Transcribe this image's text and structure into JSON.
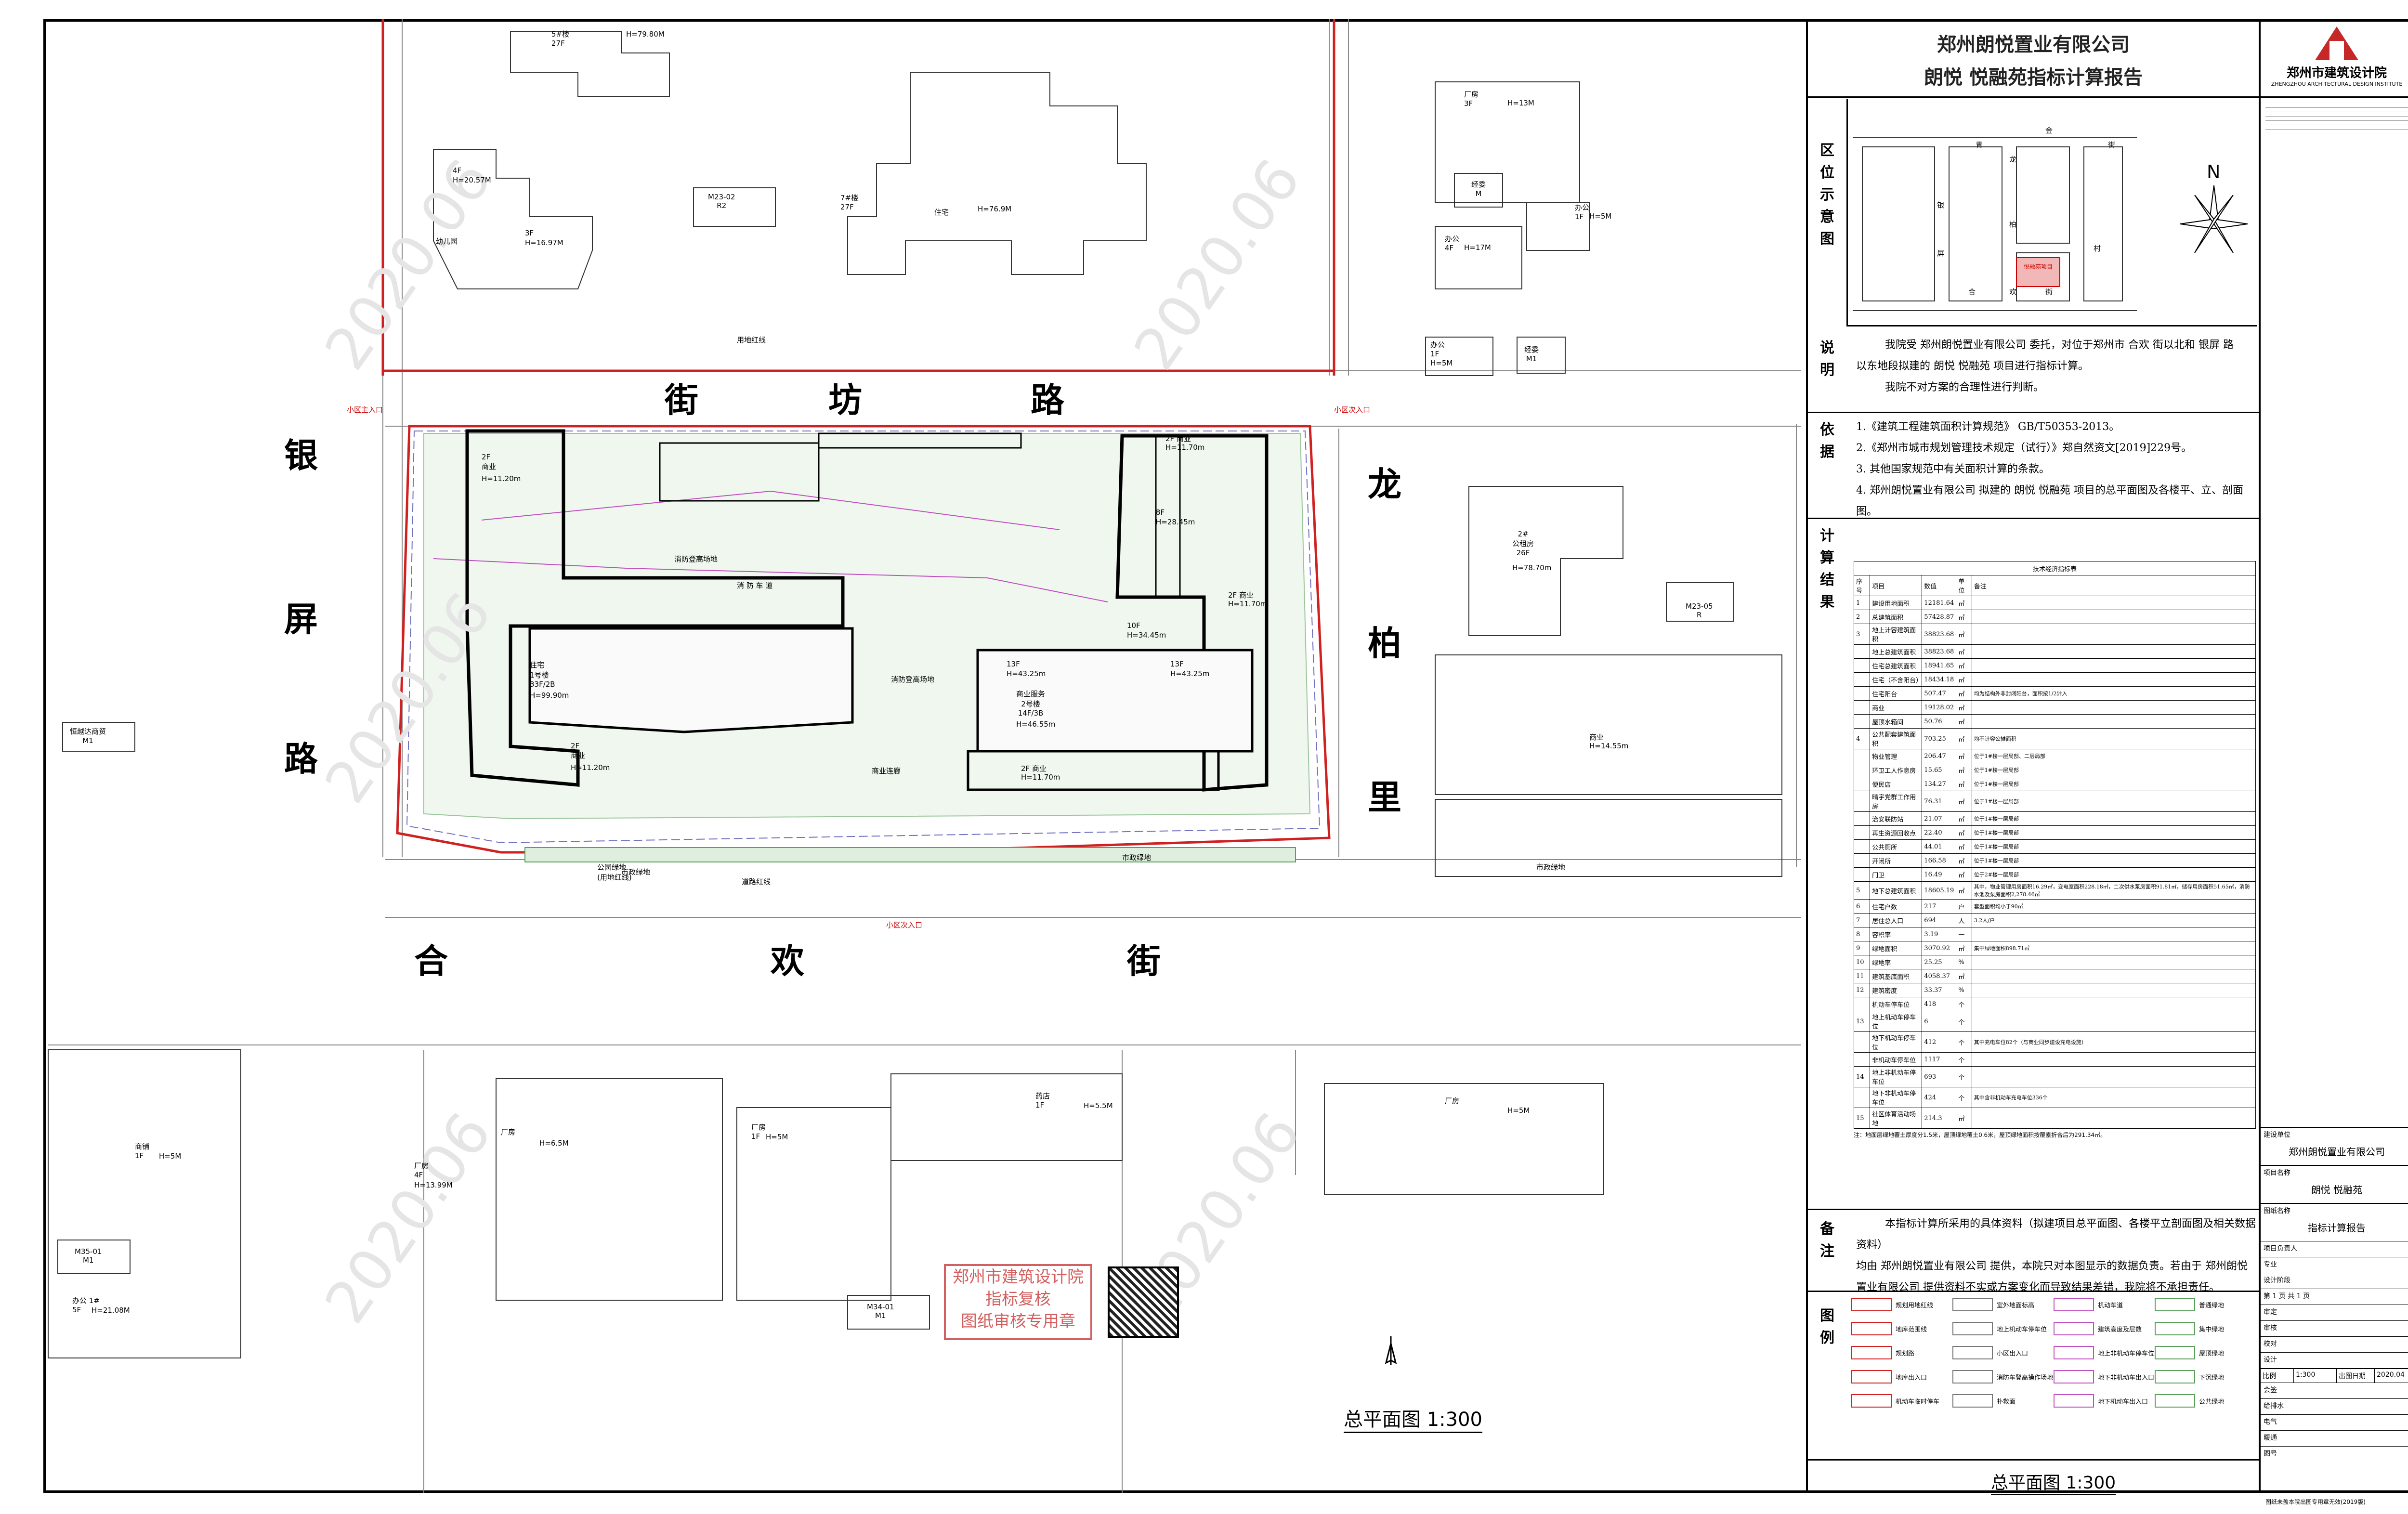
{
  "company": "郑州朗悦置业有限公司",
  "report_title": "朗悦 悦融苑指标计算报告",
  "institute": {
    "name_cn": "郑州市建筑设计院",
    "name_en": "ZHENGZHOU ARCHITECTURAL DESIGN INSTITUTE"
  },
  "streets": {
    "north": [
      "街",
      "坊",
      "路"
    ],
    "south": [
      "合",
      "欢",
      "街"
    ],
    "west": [
      "银",
      "屏",
      "路"
    ],
    "east": [
      "龙",
      "柏",
      "里"
    ]
  },
  "plan_title": "总平面图 1:300",
  "bottom_title": "总平面图 1:300",
  "watermark": "2020.06",
  "north_symbol": "N",
  "surroundings": [
    {
      "label": "5#楼\n27F",
      "height": "H=79.80M"
    },
    {
      "label": "4F",
      "height": "H=20.57M"
    },
    {
      "label": "M23-02\nR2",
      "height": ""
    },
    {
      "label": "7#楼\n27F",
      "height": "H=76.9M"
    },
    {
      "label": "3F",
      "height": "H=16.97M"
    },
    {
      "label": "幼儿园",
      "height": ""
    },
    {
      "label": "住宅",
      "height": ""
    },
    {
      "label": "厂房\n3F",
      "height": "H=13M"
    },
    {
      "label": "经委\nM",
      "height": ""
    },
    {
      "label": "办公\n4F",
      "height": "H=17M"
    },
    {
      "label": "办公\n1F",
      "height": "H=5M"
    },
    {
      "label": "办公\n1F",
      "height": "H=5M"
    },
    {
      "label": "经委\nM1",
      "height": ""
    },
    {
      "label": "2#\n公租房\n26F",
      "height": "H=78.70m"
    },
    {
      "label": "M23-05\nR",
      "height": ""
    },
    {
      "label": "商业",
      "height": "H=14.55m"
    },
    {
      "label": "恒越达商贸\nM1",
      "height": ""
    },
    {
      "label": "商铺\n1F",
      "height": "H=5M"
    },
    {
      "label": "厂房\n4F",
      "height": "H=13.99M"
    },
    {
      "label": "厂房",
      "height": "H=6.5M"
    },
    {
      "label": "厂房\n1F",
      "height": "H=5M"
    },
    {
      "label": "药店\n1F",
      "height": "H=5.5M"
    },
    {
      "label": "厂房",
      "height": "H=5M"
    },
    {
      "label": "M35-01\nM1",
      "height": ""
    },
    {
      "label": "办公 1#\n5F",
      "height": "H=21.08M"
    },
    {
      "label": "M34-01\nM1",
      "height": ""
    },
    {
      "label": "市政绿地",
      "height": ""
    }
  ],
  "site_labels": {
    "entry_main": "小区主入口",
    "entry_sub": "小区次入口",
    "fire_lane": "消 防 车 道",
    "fire_area": "消防登高场地",
    "property_line": "用地红线",
    "road_line": "道路红线",
    "green": "市政绿地",
    "park": "公园绿地\n(用地红线)"
  },
  "site_buildings": [
    {
      "name": "2F\n商业",
      "height": "H=11.20m"
    },
    {
      "name": "住宅\n1号楼\n33F/2B",
      "height": "H=99.90m"
    },
    {
      "name": "2F\n商业",
      "height": "H=11.20m"
    },
    {
      "name": "2F 商业",
      "height": "H=11.70m"
    },
    {
      "name": "8F",
      "height": "H=28.45m"
    },
    {
      "name": "2F 商业",
      "height": "H=11.70m"
    },
    {
      "name": "10F",
      "height": "H=34.45m"
    },
    {
      "name": "13F",
      "height": "H=43.25m"
    },
    {
      "name": "商业服务\n2号楼\n14F/3B",
      "height": "H=46.55m"
    },
    {
      "name": "13F",
      "height": "H=43.25m"
    },
    {
      "name": "2F 商业",
      "height": "H=11.70m"
    },
    {
      "name": "商业连廊",
      "height": ""
    }
  ],
  "sections": {
    "location": "区\n位\n示\n意\n图",
    "explain": "说\n明",
    "basis": "依\n据",
    "calc": "计\n算\n结\n果",
    "notes": "备\n注",
    "legend": "图\n例"
  },
  "location_map": {
    "streets": [
      "金",
      "青",
      "龙",
      "街",
      "柏",
      "银",
      "屏",
      "合",
      "欢",
      "街",
      "村",
      "悦融苑项目"
    ]
  },
  "explain_text": [
    "我院受 郑州朗悦置业有限公司 委托，对位于郑州市 合欢 街以北和 银屏 路",
    "以东地段拟建的 朗悦 悦融苑 项目进行指标计算。",
    "我院不对方案的合理性进行判断。"
  ],
  "basis_items": [
    "1.《建筑工程建筑面积计算规范》 GB/T50353-2013。",
    "2.《郑州市城市规划管理技术规定（试行）》郑自然资文[2019]229号。",
    "3. 其他国家规范中有关面积计算的条款。",
    "4. 郑州朗悦置业有限公司 拟建的 朗悦 悦融苑 项目的总平面图及各楼平、立、剖面图。"
  ],
  "table": {
    "caption": "技术经济指标表",
    "header": [
      "序号",
      "项目",
      "数值",
      "单位",
      "备注"
    ],
    "rows": [
      {
        "no": "1",
        "item": "建设用地面积",
        "value": "12181.64",
        "unit": "㎡",
        "note": ""
      },
      {
        "no": "2",
        "item": "总建筑面积",
        "value": "57428.87",
        "unit": "㎡",
        "note": ""
      },
      {
        "no": "3",
        "item": "地上计容建筑面积",
        "value": "38823.68",
        "unit": "㎡",
        "note": ""
      },
      {
        "no": "",
        "item": "地上总建筑面积",
        "value": "38823.68",
        "unit": "㎡",
        "note": ""
      },
      {
        "no": "",
        "item": "住宅总建筑面积",
        "value": "18941.65",
        "unit": "㎡",
        "note": ""
      },
      {
        "no": "",
        "item": "住宅（不含阳台）",
        "value": "18434.18",
        "unit": "㎡",
        "note": ""
      },
      {
        "no": "",
        "item": "住宅阳台",
        "value": "507.47",
        "unit": "㎡",
        "note": "均为结构外非封闭阳台，面积按1/2计入"
      },
      {
        "no": "",
        "item": "商业",
        "value": "19128.02",
        "unit": "㎡",
        "note": ""
      },
      {
        "no": "",
        "item": "屋顶水箱间",
        "value": "50.76",
        "unit": "㎡",
        "note": ""
      },
      {
        "no": "4",
        "item": "公共配套建筑面积",
        "value": "703.25",
        "unit": "㎡",
        "note": "均不计容公摊面积"
      },
      {
        "no": "",
        "item": "物业管理",
        "value": "206.47",
        "unit": "㎡",
        "note": "位于1#楼一层局部、二层局部"
      },
      {
        "no": "",
        "item": "环卫工人作息房",
        "value": "15.65",
        "unit": "㎡",
        "note": "位于1#楼一层局部"
      },
      {
        "no": "",
        "item": "便民店",
        "value": "134.27",
        "unit": "㎡",
        "note": "位于1#楼一层局部"
      },
      {
        "no": "",
        "item": "晴宇党群工作用房",
        "value": "76.31",
        "unit": "㎡",
        "note": "位于1#楼一层局部"
      },
      {
        "no": "",
        "item": "治安联防站",
        "value": "21.07",
        "unit": "㎡",
        "note": "位于1#楼一层局部"
      },
      {
        "no": "",
        "item": "再生资源回收点",
        "value": "22.40",
        "unit": "㎡",
        "note": "位于1#楼一层局部"
      },
      {
        "no": "",
        "item": "公共厕所",
        "value": "44.01",
        "unit": "㎡",
        "note": "位于1#楼一层局部"
      },
      {
        "no": "",
        "item": "开闭所",
        "value": "166.58",
        "unit": "㎡",
        "note": "位于1#楼一层局部"
      },
      {
        "no": "",
        "item": "门卫",
        "value": "16.49",
        "unit": "㎡",
        "note": "位于2#楼一层局部"
      },
      {
        "no": "5",
        "item": "地下总建筑面积",
        "value": "18605.19",
        "unit": "㎡",
        "note": "其中，物业管理用房面积16.29㎡，变电室面积228.18㎡，二次供水泵房面积91.81㎡，储存用房面积51.65㎡，消防水池及泵房面积2,278.46㎡"
      },
      {
        "no": "6",
        "item": "住宅户数",
        "value": "217",
        "unit": "户",
        "note": "套型面积均小于90㎡"
      },
      {
        "no": "7",
        "item": "居住总人口",
        "value": "694",
        "unit": "人",
        "note": "3.2人/户"
      },
      {
        "no": "8",
        "item": "容积率",
        "value": "3.19",
        "unit": "—",
        "note": ""
      },
      {
        "no": "9",
        "item": "绿地面积",
        "value": "3070.92",
        "unit": "㎡",
        "note": "集中绿地面积898.71㎡"
      },
      {
        "no": "10",
        "item": "绿地率",
        "value": "25.25",
        "unit": "%",
        "note": ""
      },
      {
        "no": "11",
        "item": "建筑基底面积",
        "value": "4058.37",
        "unit": "㎡",
        "note": ""
      },
      {
        "no": "12",
        "item": "建筑密度",
        "value": "33.37",
        "unit": "%",
        "note": ""
      },
      {
        "no": "",
        "item": "机动车停车位",
        "value": "418",
        "unit": "个",
        "note": ""
      },
      {
        "no": "13",
        "item": "地上机动车停车位",
        "value": "6",
        "unit": "个",
        "note": ""
      },
      {
        "no": "",
        "item": "地下机动车停车位",
        "value": "412",
        "unit": "个",
        "note": "其中充电车位82个（与商业同步建设充电设施）"
      },
      {
        "no": "",
        "item": "非机动车停车位",
        "value": "1117",
        "unit": "个",
        "note": ""
      },
      {
        "no": "14",
        "item": "地上非机动车停车位",
        "value": "693",
        "unit": "个",
        "note": ""
      },
      {
        "no": "",
        "item": "地下非机动车停车位",
        "value": "424",
        "unit": "个",
        "note": "其中含非机动车充电车位336个"
      },
      {
        "no": "15",
        "item": "社区体育活动场地",
        "value": "214.3",
        "unit": "㎡",
        "note": ""
      }
    ],
    "footnote": "注：地面层绿地覆土厚度分1.5米，屋顶绿地覆土0.6米，屋顶绿地面积按覆素折合后为291.34㎡。"
  },
  "notes_text": [
    "本指标计算所采用的具体资料（拟建项目总平面图、各楼平立剖面图及相关数据资料）",
    "均由 郑州朗悦置业有限公司 提供，本院只对本图显示的数据负责。若由于 郑州朗悦",
    "置业有限公司 提供资料不实或方案变化而导致结果差错，我院将不承担责任。"
  ],
  "legend_items": [
    "规划用地红线",
    "室外地面标高",
    "机动车道",
    "普通绿地",
    "地库范围线",
    "地上机动车停车位",
    "建筑高度及层数",
    "集中绿地",
    "规划路",
    "小区出入口",
    "地上非机动车停车位",
    "屋顶绿地",
    "地库出入口",
    "消防车登高操作场地",
    "地下非机动车出入口",
    "下沉绿地",
    "机动车临时停车",
    "扑救面",
    "地下机动车出入口",
    "公共绿地"
  ],
  "stamp": {
    "line1": "郑州市建筑设计院",
    "line2": "指标复核",
    "line3": "图纸审核专用章"
  },
  "titleblock": {
    "client_label": "建设单位",
    "client": "郑州朗悦置业有限公司",
    "project_label": "项目名称",
    "project": "朗悦 悦融苑",
    "drawing_label": "图纸名称",
    "drawing": "指标计算报告",
    "fields": [
      "项目负责人",
      "专业",
      "设计阶段",
      "第 1 页 共 1 页",
      "审定",
      "审核",
      "校对",
      "设计"
    ],
    "scale_label": "比例",
    "scale": "1:300",
    "date_label": "出图日期",
    "date": "2020.04",
    "extra": [
      "会签",
      "给排水",
      "电气",
      "暖通",
      "图号"
    ],
    "bottom_note": "图纸未盖本院出图专用章无效(2019版)"
  }
}
